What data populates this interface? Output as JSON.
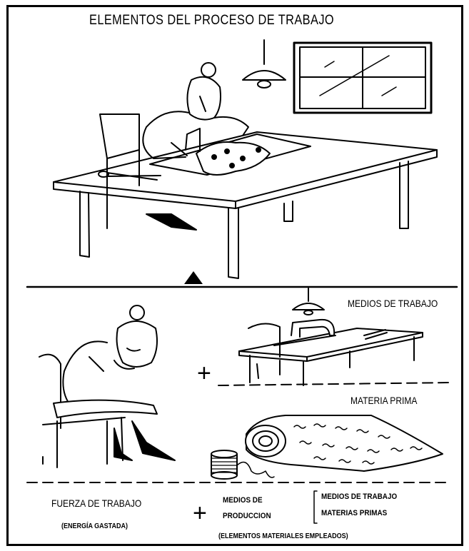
{
  "title": "ELEMENTOS DEL PROCESO DE TRABAJO",
  "labels": {
    "medios_trabajo": "MEDIOS DE TRABAJO",
    "materia_prima": "MATERIA PRIMA",
    "fuerza_trabajo": "FUERZA DE TRABAJO",
    "energia": "(ENERGÍA GASTADA)",
    "medios_de": "MEDIOS DE",
    "produccion": "PRODUCCION",
    "bracket_medios": "MEDIOS DE TRABAJO",
    "bracket_materias": "MATERIAS PRIMAS",
    "elementos": "(ELEMENTOS MATERIALES EMPLEADOS)",
    "plus": "+"
  },
  "icons": [
    "seamstress-at-table",
    "hanging-lamp",
    "window",
    "resting-woman",
    "sewing-machine-table",
    "cloth-roll",
    "thread-spool",
    "up-arrow"
  ]
}
